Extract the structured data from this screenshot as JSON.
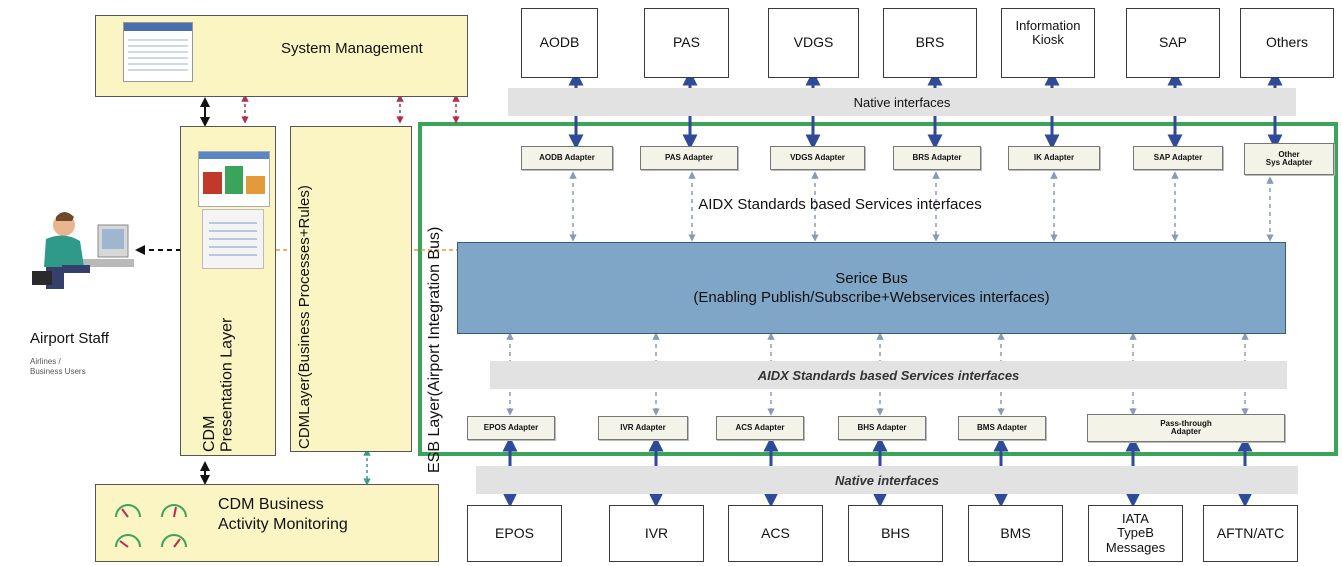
{
  "system_management": {
    "label": "System Management"
  },
  "cdm_presentation": {
    "label": "CDM\nPresentation Layer"
  },
  "cdm_layer": {
    "label": "CDMLayer(Business Processes+Rules)"
  },
  "esb_layer": {
    "label": "ESB Layer(Airport Integration Bus)"
  },
  "service_bus": {
    "line1": "Serice Bus",
    "line2": "(Enabling Publish/Subscribe+Webservices interfaces)"
  },
  "top_systems": [
    "AODB",
    "PAS",
    "VDGS",
    "BRS",
    "Information\nKiosk",
    "SAP",
    "Others"
  ],
  "top_adapters": [
    "AODB Adapter",
    "PAS Adapter",
    "VDGS Adapter",
    "BRS Adapter",
    "IK Adapter",
    "SAP Adapter",
    "Other\nSys Adapter"
  ],
  "bottom_adapters": [
    "EPOS Adapter",
    "IVR Adapter",
    "ACS Adapter",
    "BHS Adapter",
    "BMS Adapter",
    "Pass-through\nAdapter"
  ],
  "bottom_systems": [
    "EPOS",
    "IVR",
    "ACS",
    "BHS",
    "BMS",
    "IATA\nTypeB\nMessages",
    "AFTN/ATC"
  ],
  "native_top": "Native interfaces",
  "native_bottom": "Native interfaces",
  "aidx_top": "AIDX Standards based Services interfaces",
  "aidx_bottom": "AIDX Standards based Services interfaces",
  "staff": {
    "title": "Airport Staff",
    "subtitle": "Airlines /\nBusiness Users"
  },
  "bam": {
    "label": "CDM Business\nActivity Monitoring"
  },
  "colors": {
    "yellow": "#fbf5c4",
    "bus": "#7fa6c6",
    "green": "#3aa55a",
    "arrow_blue": "#2e4a99",
    "arrow_red": "#b03050"
  }
}
